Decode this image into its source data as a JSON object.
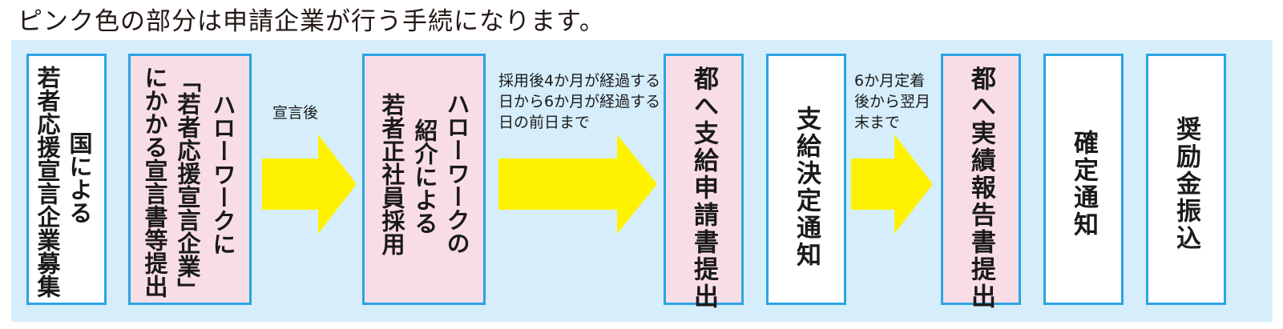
{
  "title": "ピンク色の部分は申請企業が行う手続になります。",
  "colors": {
    "panel": "#d6eefb",
    "border": "#2aa4e3",
    "pink": "#f9dde6",
    "arrow": "#fff200"
  },
  "steps": [
    {
      "id": "kuni",
      "cols": [
        "国による",
        "若者応援宣言企業募集"
      ],
      "pink": false
    },
    {
      "id": "hellowork-sengen",
      "cols": [
        "ハローワークに",
        "「若者応援宣言企業」",
        "にかかる宣言書等提出"
      ],
      "pink": true
    },
    {
      "id": "saiyo",
      "cols": [
        "ハローワークの",
        "紹介による",
        "若者正社員採用"
      ],
      "pink": true
    },
    {
      "id": "shikyu-shinsei",
      "cols": [
        "都へ支給申請書提出"
      ],
      "pink": true
    },
    {
      "id": "shikyu-kettei",
      "cols": [
        "支給決定通知"
      ],
      "pink": false
    },
    {
      "id": "jisseki",
      "cols": [
        "都へ実績報告書提出"
      ],
      "pink": true
    },
    {
      "id": "kakutei",
      "cols": [
        "確定通知"
      ],
      "pink": false
    },
    {
      "id": "furikomi",
      "cols": [
        "奨励金振込"
      ],
      "pink": false
    }
  ],
  "arrow_notes": [
    {
      "lines": [
        "宣言後"
      ]
    },
    {
      "lines": [
        "採用後4か月が経過する",
        "日から6か月が経過する",
        "日の前日まで"
      ]
    },
    {
      "lines": [
        "6か月定着",
        "後から翌月",
        "末まで"
      ]
    }
  ]
}
